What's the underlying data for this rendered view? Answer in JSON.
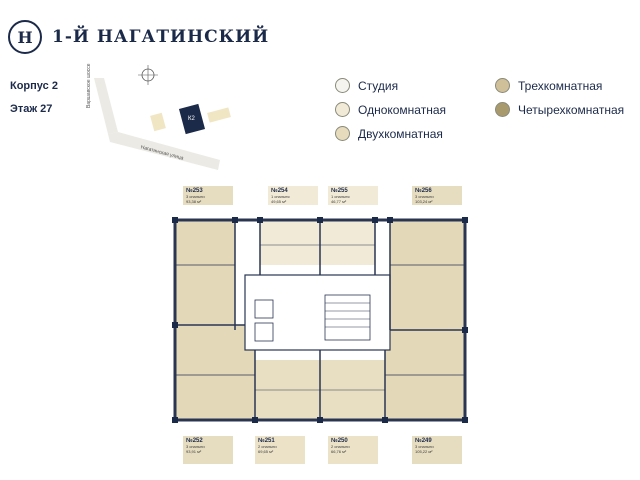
{
  "brand": {
    "monogram": "H",
    "name": "1-Й НАГАТИНСКИЙ"
  },
  "info": {
    "building": "Корпус 2",
    "floor": "Этаж 27"
  },
  "map": {
    "street_vertical": "Варшавское шоссе",
    "street_horizontal": "Нагатинская улица",
    "building_label": "К2"
  },
  "legend": [
    {
      "label": "Студия",
      "color": "#f6f4ee"
    },
    {
      "label": "Однокомнатная",
      "color": "#f1ead6"
    },
    {
      "label": "Двухкомнатная",
      "color": "#e6dbbd"
    },
    {
      "label": "Трехкомнатная",
      "color": "#cfc09a"
    },
    {
      "label": "Четырехкомнатная",
      "color": "#a99a6e"
    }
  ],
  "apartments_top": [
    {
      "number": "№253",
      "rooms": "3 спальни",
      "area": "93,38 м²"
    },
    {
      "number": "№254",
      "rooms": "1 спальня",
      "area": "49,65 м²"
    },
    {
      "number": "№255",
      "rooms": "1 спальня",
      "area": "46,77 м²"
    },
    {
      "number": "№256",
      "rooms": "3 спальни",
      "area": "103,24 м²"
    }
  ],
  "apartments_bottom": [
    {
      "number": "№252",
      "rooms": "3 спальни",
      "area": "93,91 м²"
    },
    {
      "number": "№251",
      "rooms": "2 спальни",
      "area": "69,65 м²"
    },
    {
      "number": "№250",
      "rooms": "2 спальни",
      "area": "66,76 м²"
    },
    {
      "number": "№249",
      "rooms": "3 спальни",
      "area": "105,22 м²"
    }
  ]
}
